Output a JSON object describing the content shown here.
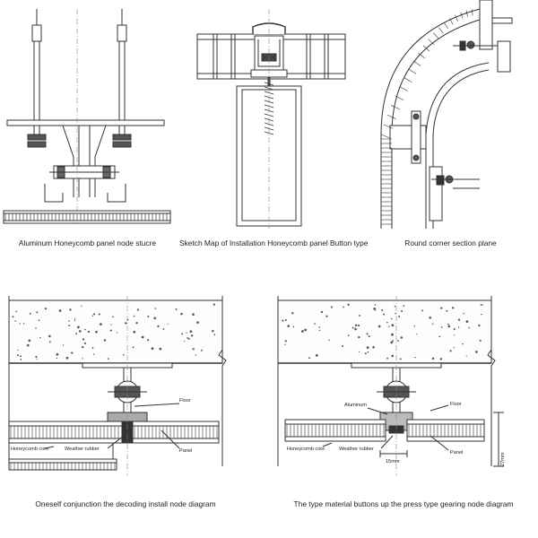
{
  "diagrams": [
    {
      "caption": "Aluminum Honeycomb panel node stucre"
    },
    {
      "caption": "Sketch Map of Installation Honeycomb panel Button type"
    },
    {
      "caption": "Round corner section plane"
    },
    {
      "caption": "Oneself conjunction the decoding install node diagram",
      "labels": {
        "floor": "Floor",
        "honeycomb_core": "Honeycomb core",
        "weather_rubber": "Weather rubber",
        "panel": "Panel"
      }
    },
    {
      "caption": "The type material buttons up the press type gearing node diagram",
      "labels": {
        "aluminum": "Aluminum",
        "floor": "Floor",
        "honeycomb_core": "Honeycomb core",
        "weather_rubber": "Weather rubber",
        "panel": "Panel",
        "dim_gap": "15mm",
        "dim_depth": "27mm"
      }
    }
  ]
}
